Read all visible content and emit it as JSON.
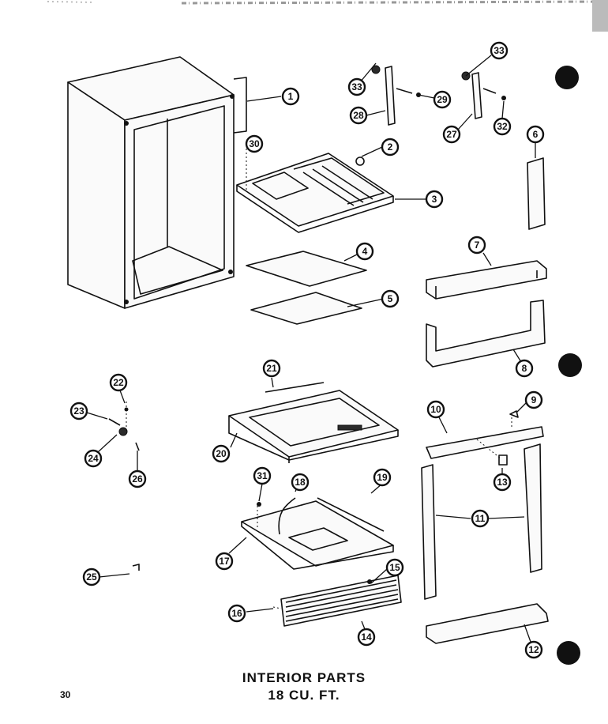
{
  "caption": {
    "title": "INTERIOR PARTS",
    "subtitle": "18 CU. FT."
  },
  "page_number": "30",
  "callouts": [
    "1",
    "2",
    "3",
    "4",
    "5",
    "6",
    "7",
    "8",
    "9",
    "10",
    "11",
    "12",
    "13",
    "14",
    "15",
    "16",
    "17",
    "18",
    "19",
    "20",
    "21",
    "22",
    "23",
    "24",
    "25",
    "26",
    "27",
    "28",
    "29",
    "30",
    "31",
    "32",
    "33"
  ],
  "markers": {
    "color": "#111111",
    "count": 3
  }
}
